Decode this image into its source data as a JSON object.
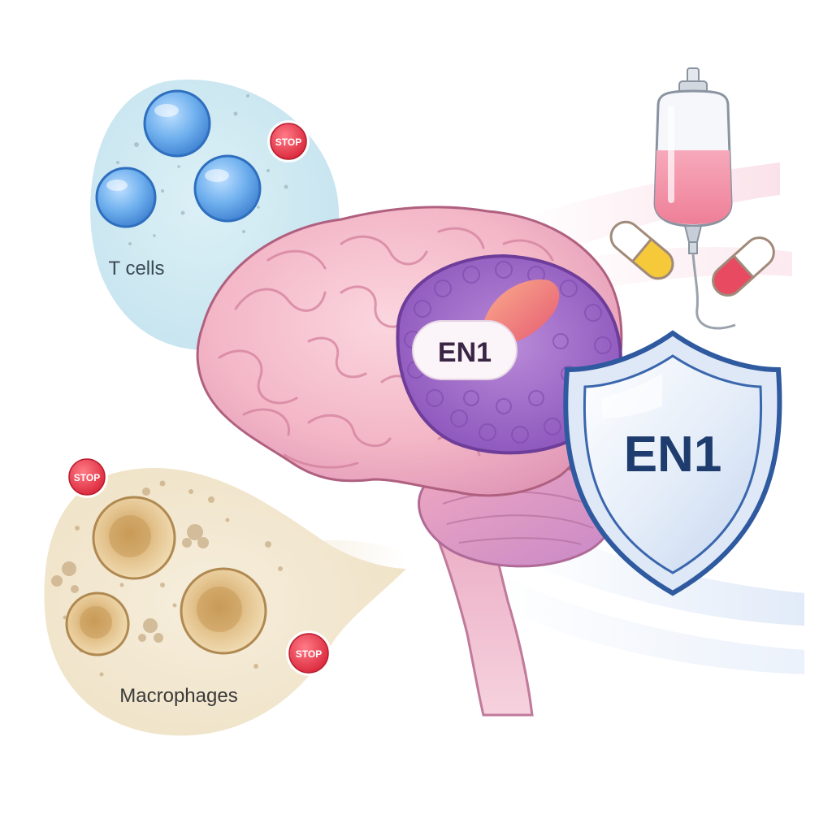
{
  "tcells": {
    "label": "T cells",
    "stop_label": "STOP"
  },
  "macrophages": {
    "label": "Macrophages",
    "stop_label": "STOP"
  },
  "brain": {
    "tumor_label": "EN1"
  },
  "shield": {
    "label": "EN1"
  },
  "colors": {
    "brain_pink": "#f3b5c4",
    "tumor_purple": "#9a63c4",
    "shield_blue": "#2f5aa0",
    "stop_red": "#e2374b",
    "tcell_blue": "#5f9ee0",
    "macrophage_tan": "#d9b883"
  }
}
